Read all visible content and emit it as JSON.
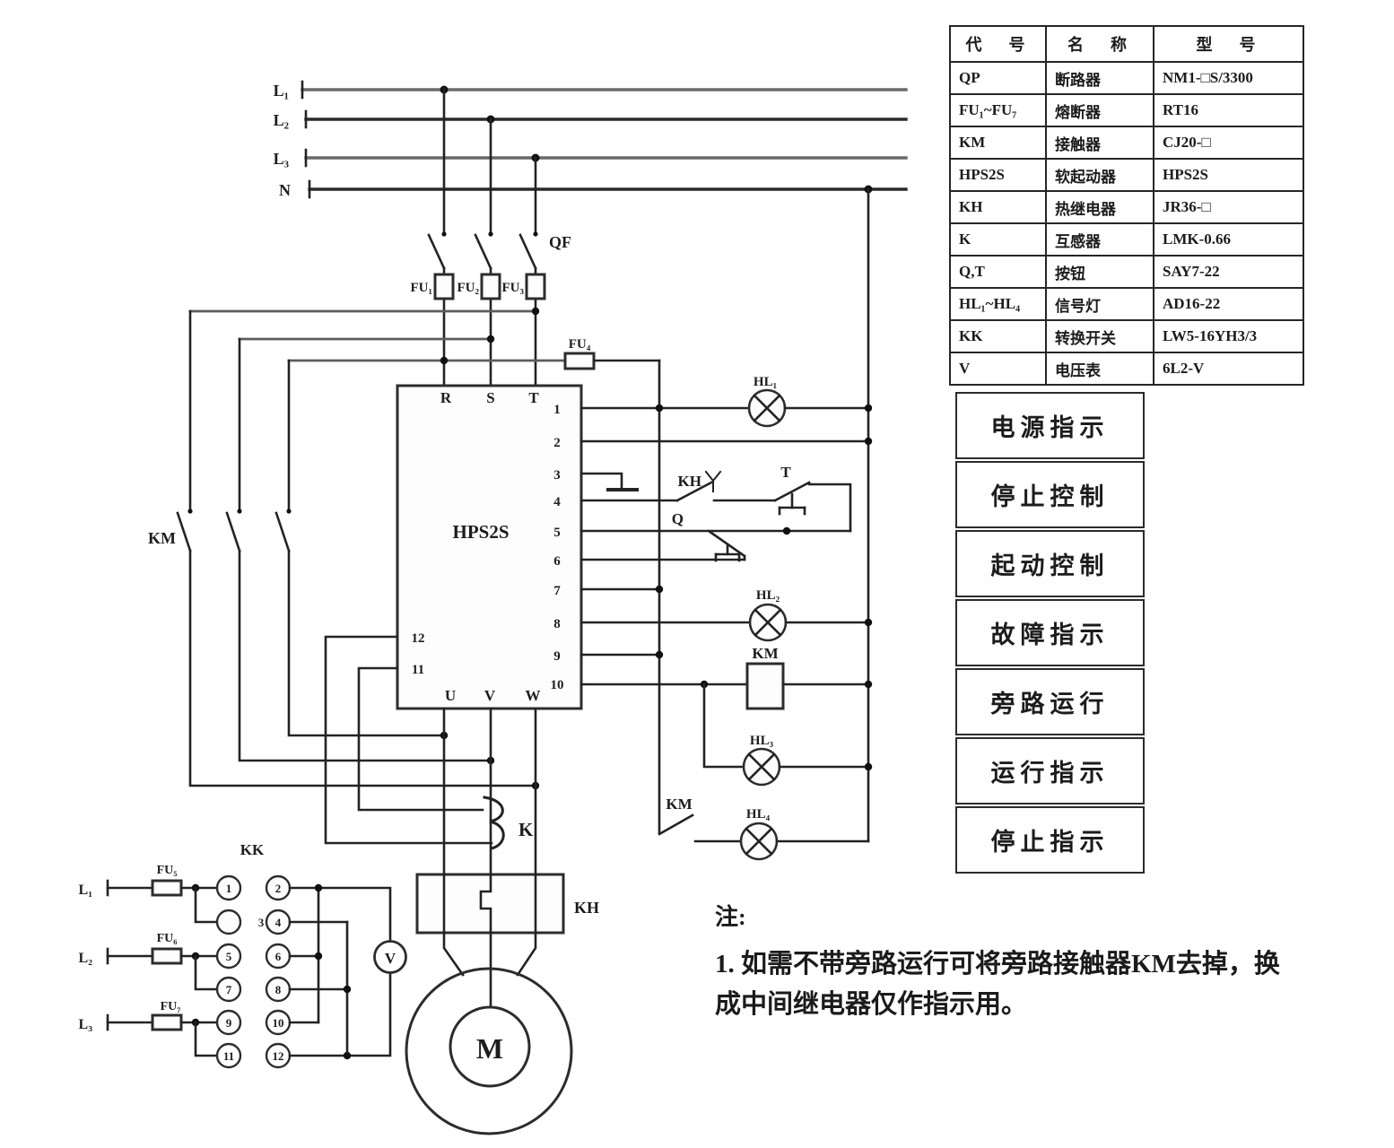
{
  "power": {
    "l1": "L₁",
    "l2": "L₂",
    "l3": "L₃",
    "n": "N"
  },
  "breaker": {
    "label": "QF"
  },
  "fuses": {
    "fu1": "FU₁",
    "fu2": "FU₂",
    "fu3": "FU₃",
    "fu4": "FU₄",
    "fu5": "FU₅",
    "fu6": "FU₆",
    "fu7": "FU₇"
  },
  "soft_starter": {
    "name": "HPS2S",
    "top_terminals": [
      "R",
      "S",
      "T"
    ],
    "right_terminals": [
      "1",
      "2",
      "3",
      "4",
      "5",
      "6",
      "7",
      "8",
      "9",
      "10"
    ],
    "left_terminals": [
      "12",
      "11"
    ],
    "bottom_terminals": [
      "U",
      "V",
      "W"
    ]
  },
  "contactor": {
    "bypass_label": "KM",
    "coil_label": "KM",
    "contact_label": "KM"
  },
  "thermal_relay": {
    "contact_label": "KH",
    "block_label": "KH"
  },
  "current_transformer": {
    "label": "K"
  },
  "buttons": {
    "stop": "T",
    "start": "Q"
  },
  "lamps": {
    "hl1": "HL₁",
    "hl2": "HL₂",
    "hl3": "HL₃",
    "hl4": "HL₄"
  },
  "motor": {
    "label": "M"
  },
  "voltmeter": {
    "label": "V"
  },
  "selector": {
    "label": "KK",
    "stray": "3",
    "lines": [
      "L₁",
      "L₂",
      "L₃"
    ],
    "left_circles": [
      "1",
      "",
      "5",
      "7",
      "9",
      "11"
    ],
    "right_circles": [
      "2",
      "4",
      "6",
      "8",
      "10",
      "12"
    ]
  },
  "component_table": {
    "headers": [
      "代　号",
      "名　称",
      "型　号"
    ],
    "rows": [
      {
        "code": "QP",
        "name": "断路器",
        "model": "NM1-□S/3300"
      },
      {
        "code": "FU₁~FU₇",
        "name": "熔断器",
        "model": "RT16"
      },
      {
        "code": "KM",
        "name": "接触器",
        "model": "CJ20-□"
      },
      {
        "code": "HPS2S",
        "name": "软起动器",
        "model": "HPS2S"
      },
      {
        "code": "KH",
        "name": "热继电器",
        "model": "JR36-□"
      },
      {
        "code": "K",
        "name": "互感器",
        "model": "LMK-0.66"
      },
      {
        "code": "Q,T",
        "name": "按钮",
        "model": "SAY7-22"
      },
      {
        "code": "HL₁~HL₄",
        "name": "信号灯",
        "model": "AD16-22"
      },
      {
        "code": "KK",
        "name": "转换开关",
        "model": "LW5-16YH3/3"
      },
      {
        "code": "V",
        "name": "电压表",
        "model": "6L2-V"
      }
    ]
  },
  "function_labels": [
    "电源指示",
    "停止控制",
    "起动控制",
    "故障指示",
    "旁路运行",
    "运行指示",
    "停止指示"
  ],
  "note": {
    "title": "注:",
    "line1": "1. 如需不带旁路运行可将旁路接触器KM去掉，换",
    "line2": "成中间继电器仅作指示用。"
  }
}
